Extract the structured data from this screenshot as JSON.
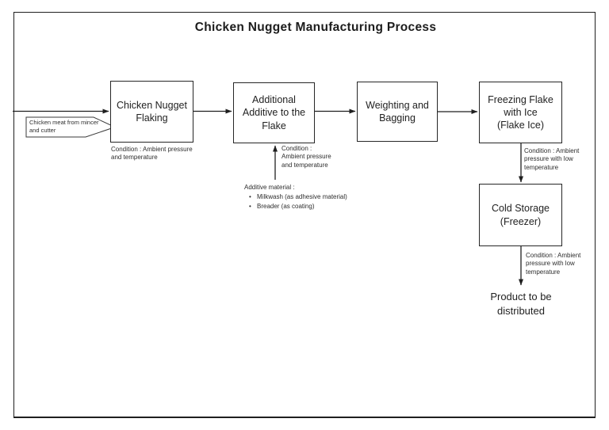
{
  "page": {
    "title": "Chicken Nugget Manufacturing Process"
  },
  "flow": {
    "input_callout": {
      "label": "Chicken meat from mincer\nand cutter"
    },
    "boxes": [
      {
        "id": "flaking",
        "label": "Chicken Nugget\nFlaking",
        "condition": "Condition : Ambient pressure\nand temperature"
      },
      {
        "id": "additive",
        "label": "Additional\nAdditive to the\nFlake",
        "condition": "Condition :\nAmbient pressure\nand temperature"
      },
      {
        "id": "weighting",
        "label": "Weighting and\nBagging",
        "condition": ""
      },
      {
        "id": "freezing",
        "label": "Freezing Flake\nwith Ice\n(Flake Ice)",
        "condition": "Condition : Ambient\npressure with low\ntemperature"
      },
      {
        "id": "cold_storage",
        "label": "Cold Storage\n(Freezer)",
        "condition": "Condition : Ambient\npressure with low\ntemperature"
      }
    ],
    "additive_note": {
      "heading": "Additive material :",
      "bullet": "•",
      "items": [
        "Milkwash (as adhesive material)",
        "Breader (as coating)"
      ]
    },
    "output_label": "Product to be\ndistributed"
  },
  "colors": {
    "ink": "#1f1f1f",
    "box_border": "#262626",
    "background": "#ffffff"
  }
}
